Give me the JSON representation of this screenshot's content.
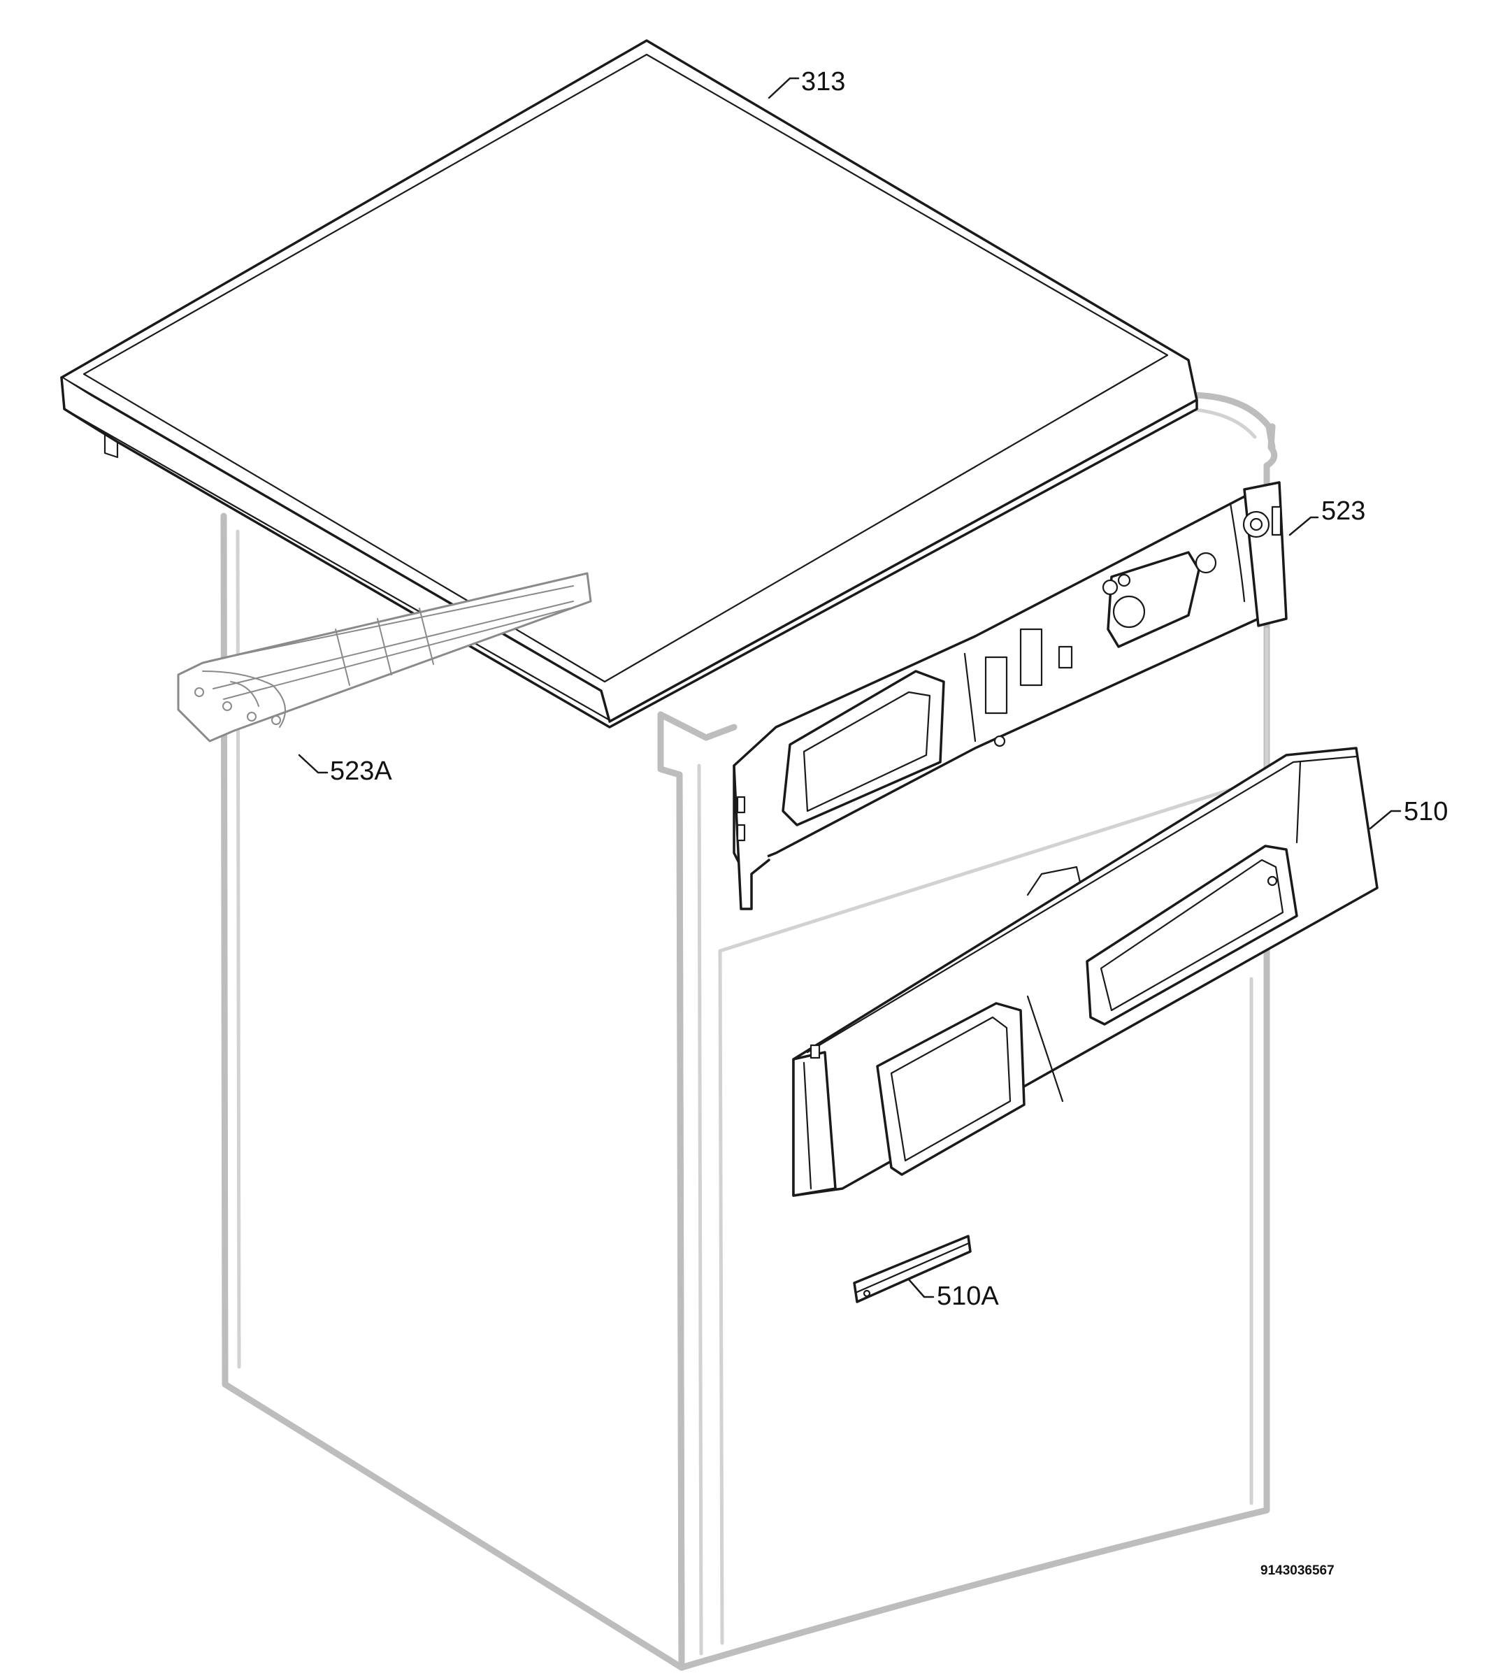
{
  "diagram": {
    "callouts": [
      {
        "id": "313",
        "label": "313",
        "part": "worktop"
      },
      {
        "id": "523",
        "label": "523",
        "part": "control-panel-bracket"
      },
      {
        "id": "523A",
        "label": "523A",
        "part": "rear-support-rail"
      },
      {
        "id": "510",
        "label": "510",
        "part": "control-panel"
      },
      {
        "id": "510A",
        "label": "510A",
        "part": "panel-strip"
      }
    ],
    "drawing_number": "9143036567",
    "colors": {
      "cabinet_outline": "#bdbdbd",
      "part_outline": "#1a1a1a",
      "background": "#ffffff"
    }
  }
}
